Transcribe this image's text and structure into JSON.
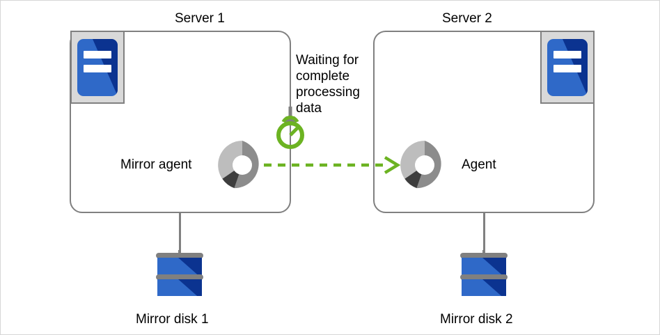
{
  "diagram": {
    "title_left": "Server 1",
    "title_right": "Server 2",
    "left_agent_label": "Mirror agent",
    "right_agent_label": "Agent",
    "left_disk_label": "Mirror disk 1",
    "right_disk_label": "Mirror disk 2",
    "waiting_note": "Waiting for complete processing data",
    "icons": {
      "server_rack": "server-rack-icon",
      "disk": "disk-icon",
      "agent": "agent-donut-icon",
      "stopwatch": "stopwatch-icon",
      "arrow": "dashed-arrow-right-icon"
    },
    "colors": {
      "accent_blue": "#2f69c8",
      "dark_blue": "#0b3390",
      "grey_line": "#808080",
      "icon_bg_grey": "#d9d9d9",
      "green": "#6cb322",
      "donut_light": "#bdbdbd",
      "donut_mid": "#8c8c8c",
      "donut_dark": "#3d3d3d",
      "frame_border": "#d6d6d6",
      "text": "#000000",
      "background": "#ffffff"
    }
  }
}
